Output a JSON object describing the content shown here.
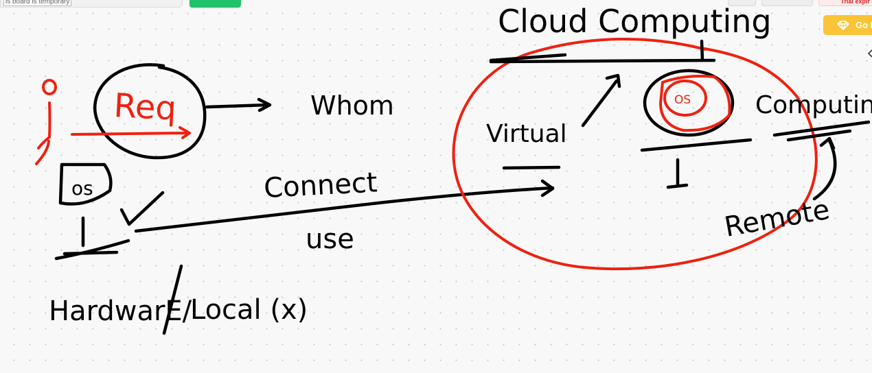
{
  "toolbar": {
    "notice": "is board is temporary",
    "trial": "Trial expir",
    "go_pro": "Go P",
    "icons": [
      "diamond-icon",
      "collapse-arrow-icon"
    ]
  },
  "board": {
    "labels": {
      "req": "Req",
      "whom": "Whom",
      "os_small": "os",
      "connect": "Connect",
      "use": "use",
      "hardware": "HardwarE/",
      "local": "Local (x)",
      "cloud": "Cloud Computing",
      "virtual": "Virtual",
      "os_ring": "OS",
      "computing": "Computing",
      "remote": "Remote"
    },
    "colors": {
      "ink": "#000000",
      "red": "#ee2110",
      "accent_green": "#1fc36c",
      "gopro": "#fbc336"
    }
  }
}
